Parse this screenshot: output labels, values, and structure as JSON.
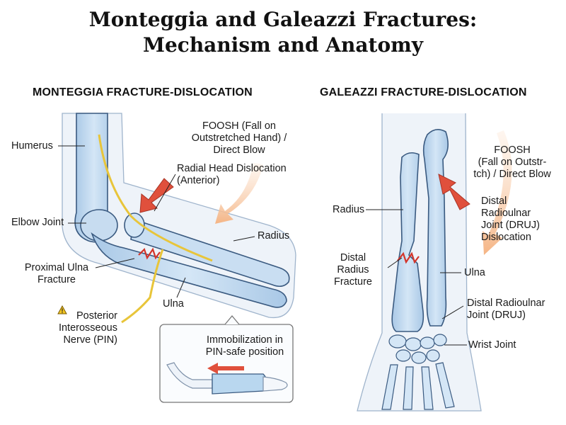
{
  "title_line1": "Monteggia and Galeazzi Fractures:",
  "title_line2": "Mechanism and Anatomy",
  "monteggia": {
    "panel_title": "MONTEGGIA FRACTURE-DISLOCATION",
    "labels": {
      "humerus": "Humerus",
      "foosh_line1": "FOOSH (Fall on",
      "foosh_line2": "Outstretched Hand) /",
      "foosh_line3": "Direct Blow",
      "radial_head_line1": "Radial Head Dislocation",
      "radial_head_line2": "(Anterior)",
      "elbow_joint": "Elbow Joint",
      "radius": "Radius",
      "proximal_ulna_line1": "Proximal Ulna",
      "proximal_ulna_line2": "Fracture",
      "ulna": "Ulna",
      "pin_line1": "Posterior",
      "pin_line2": "Interosseous",
      "pin_line3": "Nerve (PIN)",
      "immob_line1": "Immobilization in",
      "immob_line2": "PIN-safe position"
    }
  },
  "galeazzi": {
    "panel_title": "GALEAZZI FRACTURE-DISLOCATION",
    "labels": {
      "foosh_line1": "FOOSH",
      "foosh_line2": "(Fall on Outstr-",
      "foosh_line3": "tch) / Direct Blow",
      "radius": "Radius",
      "druj_disloc_line1": "Distal",
      "druj_disloc_line2": "Radioulnar",
      "druj_disloc_line3": "Joint (DRUJ)",
      "druj_disloc_line4": "Dislocation",
      "distal_radius_line1": "Distal",
      "distal_radius_line2": "Radius",
      "distal_radius_line3": "Fracture",
      "ulna": "Ulna",
      "druj_line1": "Distal Radioulnar",
      "druj_line2": "Joint (DRUJ)",
      "wrist_joint": "Wrist Joint"
    }
  },
  "icons": {
    "warning": "warning-icon",
    "arrow": "force-arrow-icon",
    "fracture": "fracture-zigzag-icon"
  },
  "colors": {
    "bone_fill": "#bcd6ee",
    "bone_stroke": "#3a5a80",
    "nerve": "#e8c53a",
    "red_arrow": "#e0503c",
    "peach_arrow": "#f6c49a",
    "skin": "#eef3f9"
  }
}
